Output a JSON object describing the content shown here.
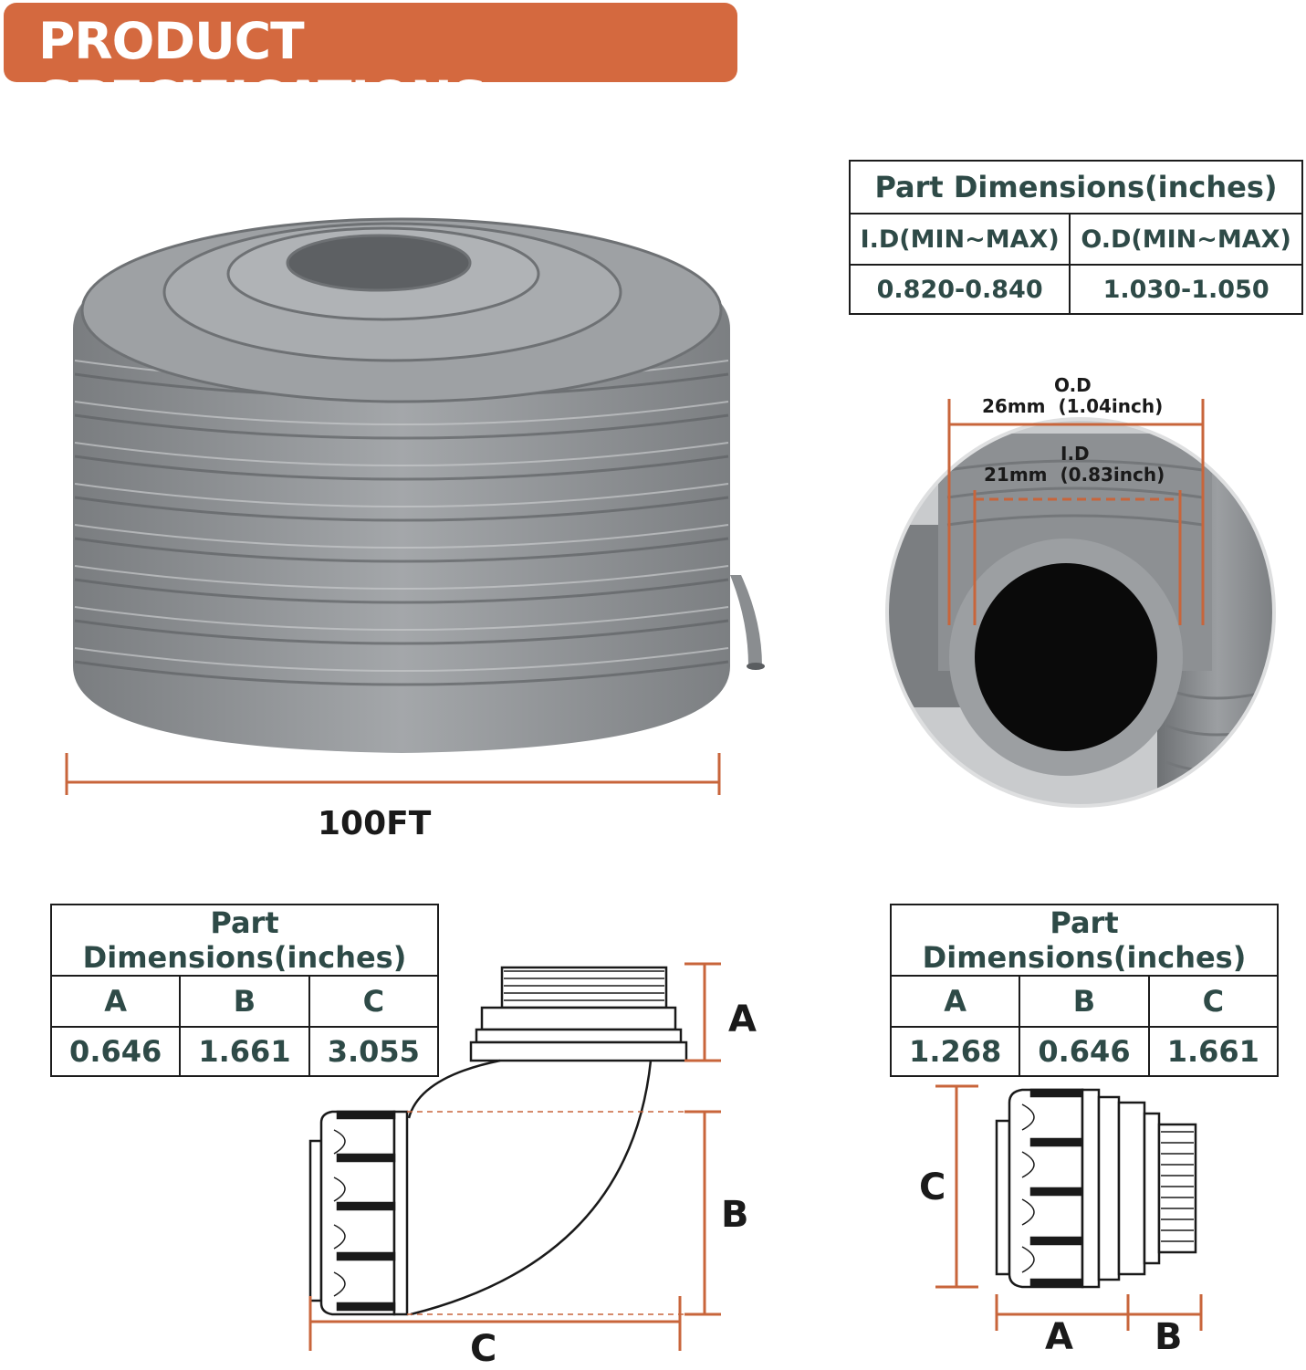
{
  "banner": {
    "title": "PRODUCT SPECIFICATIONS"
  },
  "coil": {
    "length_label": "100FT"
  },
  "conduit_table": {
    "title": "Part Dimensions(inches)",
    "headers": [
      "I.D(MIN~MAX)",
      "O.D(MIN~MAX)"
    ],
    "values": [
      "0.820-0.840",
      "1.030-1.050"
    ]
  },
  "cross_section": {
    "od_label": "O.D",
    "od_value": "26mm  (1.04inch)",
    "id_label": "I.D",
    "id_value": "21mm  (0.83inch)"
  },
  "elbow_table": {
    "title": "Part Dimensions(inches)",
    "headers": [
      "A",
      "B",
      "C"
    ],
    "values": [
      "0.646",
      "1.661",
      "3.055"
    ]
  },
  "elbow_diagram": {
    "a_label": "A",
    "b_label": "B",
    "c_label": "C"
  },
  "straight_table": {
    "title": "Part Dimensions(inches)",
    "headers": [
      "A",
      "B",
      "C"
    ],
    "values": [
      "1.268",
      "0.646",
      "1.661"
    ]
  },
  "straight_diagram": {
    "a_label": "A",
    "b_label": "B",
    "c_label": "C"
  },
  "colors": {
    "accent": "#d4693f",
    "table_text": "#2e4a47",
    "conduit_gray": "#8a8d90"
  }
}
